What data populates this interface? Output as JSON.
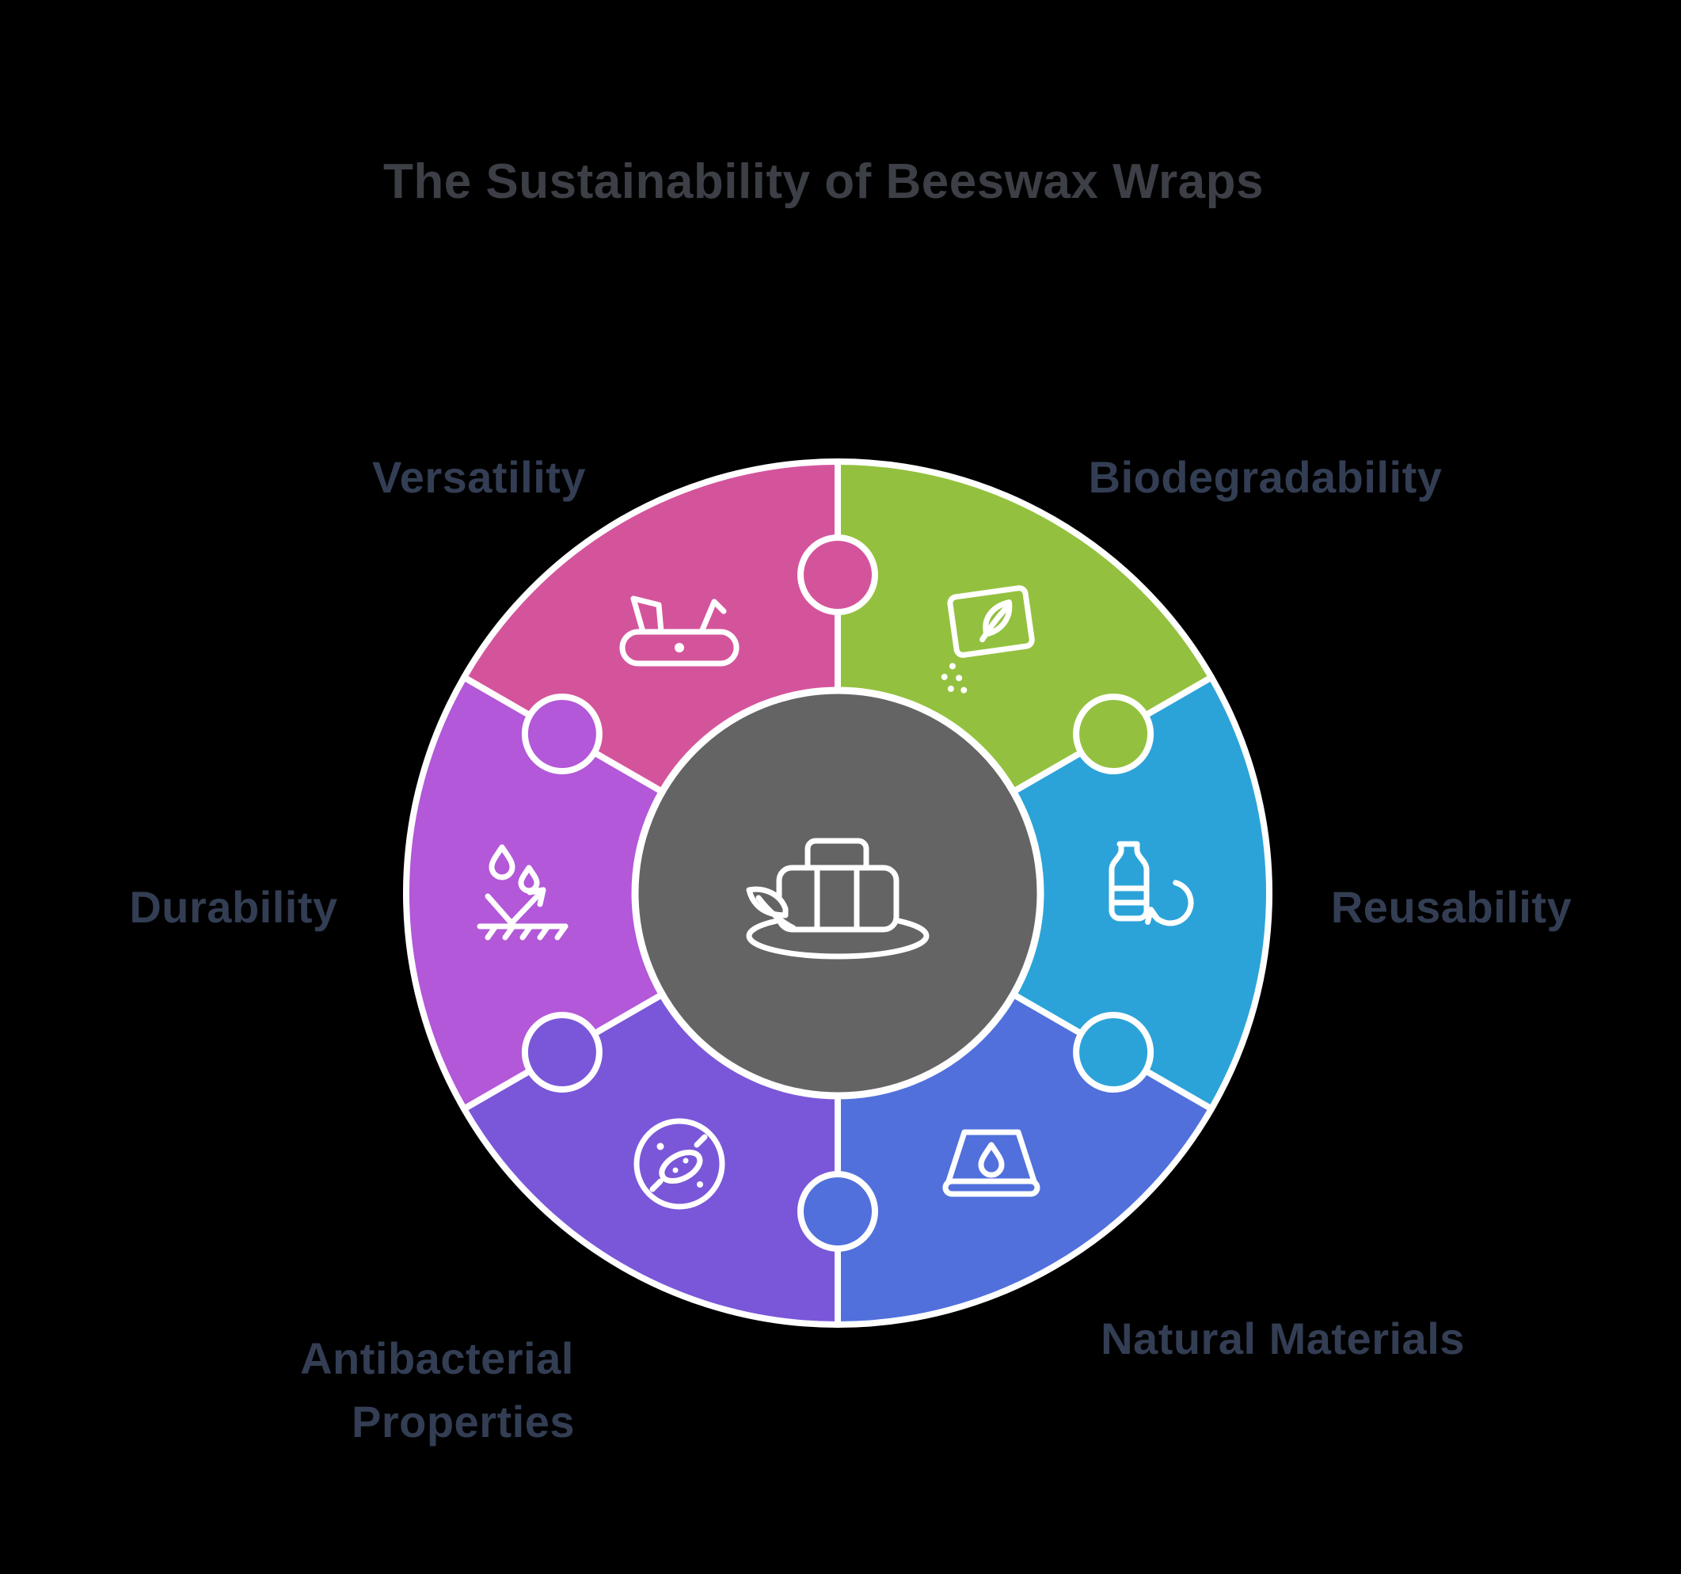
{
  "title": "The Sustainability of Beeswax Wraps",
  "colors": {
    "background": "#000000",
    "title_text": "#3d3f46",
    "label_text": "#333e54",
    "stroke": "#ffffff"
  },
  "center": {
    "fill": "#646464",
    "icon": "beeswax-wrap-icon"
  },
  "segments": [
    {
      "label": "Versatility",
      "lines": [
        "Versatility"
      ],
      "color": "#d4549c",
      "start_deg": 210,
      "icon": "swiss-army-knife-icon"
    },
    {
      "label": "Biodegradability",
      "lines": [
        "Biodegradability"
      ],
      "color": "#93c13f",
      "start_deg": 270,
      "icon": "seed-packet-icon"
    },
    {
      "label": "Reusability",
      "lines": [
        "Reusability"
      ],
      "color": "#2ca3d8",
      "start_deg": 330,
      "icon": "bottle-recycling-icon"
    },
    {
      "label": "Natural Materials",
      "lines": [
        "Natural Materials"
      ],
      "color": "#5170dc",
      "start_deg": 30,
      "icon": "folded-cloth-droplet-icon"
    },
    {
      "label": "Antibacterial Properties",
      "lines": [
        "Antibacterial",
        "Properties"
      ],
      "color": "#7a57d8",
      "start_deg": 90,
      "icon": "bacteria-icon"
    },
    {
      "label": "Durability",
      "lines": [
        "Durability"
      ],
      "color": "#b258d8",
      "start_deg": 150,
      "icon": "water-repellent-icon"
    }
  ]
}
